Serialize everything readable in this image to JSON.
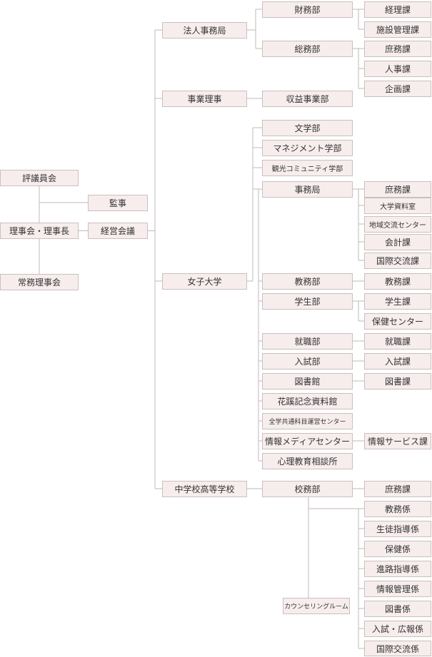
{
  "diagram": {
    "line_color": "#c2b8b8",
    "box_fill": "#f7eded",
    "box_border": "#c9c0c0",
    "nodes": {
      "hyogiinkai": "評議員会",
      "rijikai": "理事会・理事長",
      "jomu": "常務理事会",
      "kanji": "監事",
      "keiei": "経営会議",
      "hojin": "法人事務局",
      "jigyo": "事業理事",
      "joshi": "女子大学",
      "chugaku": "中学校高等学校",
      "zaimu": "財務部",
      "somu": "総務部",
      "keiri": "経理課",
      "shisetsu": "施設管理課",
      "shomu1": "庶務課",
      "jinji": "人事課",
      "kikaku": "企画課",
      "shueki": "収益事業部",
      "bungaku": "文学部",
      "management": "マネジメント学部",
      "kanko": "観光コミュニティ学部",
      "jimukyoku": "事務局",
      "shomu2": "庶務課",
      "daigaku_shiryo": "大学資料室",
      "chiiki": "地域交流センター",
      "kaikei": "会計課",
      "kokusai1": "国際交流課",
      "kyomubu": "教務部",
      "kyomuka": "教務課",
      "gakuseibu": "学生部",
      "gakuseika": "学生課",
      "hoken_center": "保健センター",
      "shushokubu": "就職部",
      "shushokuka": "就職課",
      "nyushibu": "入試部",
      "nyushika": "入試課",
      "toshokan": "図書館",
      "toshoka": "図書課",
      "kakei": "花蹊記念資料館",
      "zengaku": "全学共通科目運営センター",
      "joho_media": "情報メディアセンター",
      "joho_service": "情報サービス課",
      "shinri": "心理教育相談所",
      "komubu": "校務部",
      "shomu3": "庶務課",
      "kyomugakari": "教務係",
      "seito": "生徒指導係",
      "hokengakari": "保健係",
      "shinro": "進路指導係",
      "joho_kanri": "情報管理係",
      "toshogakari": "図書係",
      "nyushi_koho": "入試・広報係",
      "kokusai2": "国際交流係",
      "counseling": "カウンセリングルーム"
    }
  }
}
